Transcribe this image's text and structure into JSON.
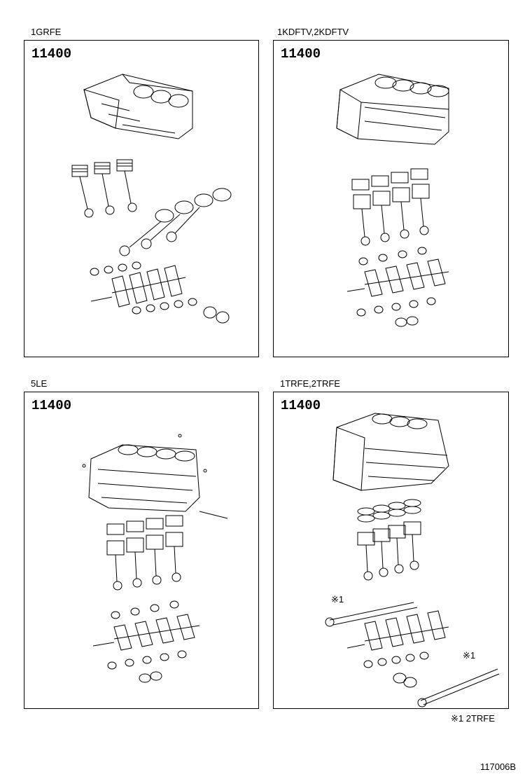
{
  "panels": [
    {
      "engine": "1GRFE",
      "part_code": "11400"
    },
    {
      "engine": "1KDFTV,2KDFTV",
      "part_code": "11400"
    },
    {
      "engine": "5LE",
      "part_code": "11400"
    },
    {
      "engine": "1TRFE,2TRFE",
      "part_code": "11400"
    }
  ],
  "callouts": {
    "mark": "※1"
  },
  "footnote": "※1 2TRFE",
  "diagram_id": "117006B"
}
